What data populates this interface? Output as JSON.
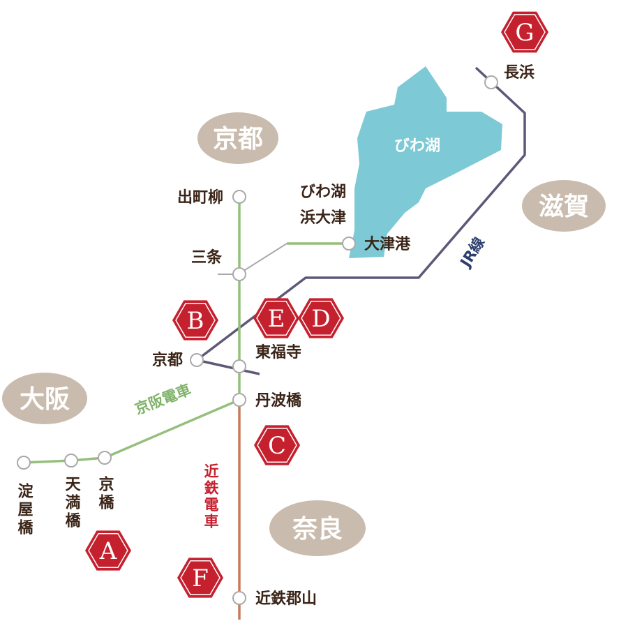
{
  "colors": {
    "lake": "#7ec9d6",
    "region_bubble": "#c9bcae",
    "jr_line": "#5d5878",
    "keihan_line": "#94bf7c",
    "kintetsu_line": "#c77c59",
    "shiga_connector": "#a9a9a9",
    "badge_fill": "#c5202e",
    "badge_ring": "#ffffff",
    "station_fill": "#ffffff",
    "station_stroke": "#a9a9a9",
    "label_text": "#3a2417",
    "jr_label_color": "#2e3f6e",
    "keihan_label_color": "#7fb36a",
    "kintetsu_label_color": "#c5202e"
  },
  "regions": {
    "kyoto": "京都",
    "shiga": "滋賀",
    "osaka": "大阪",
    "nara": "奈良"
  },
  "lake": {
    "name": "びわ湖"
  },
  "lines": {
    "jr": "JR線",
    "keihan": "京阪電車",
    "kintetsu": "近鉄電車"
  },
  "stations": {
    "nagahama": "長浜",
    "demachiyanagi": "出町柳",
    "biwako_hamaotsu_1": "びわ湖",
    "biwako_hamaotsu_2": "浜大津",
    "otsuko": "大津港",
    "sanjo": "三条",
    "kyoto": "京都",
    "tofukuji": "東福寺",
    "tambabashi": "丹波橋",
    "yodoyabashi": "淀屋橋",
    "tenmabashi": "天満橋",
    "kyobashi": "京橋",
    "kintetsu_koriyama": "近鉄郡山"
  },
  "badges": {
    "a": "A",
    "b": "B",
    "c": "C",
    "d": "D",
    "e": "E",
    "f": "F",
    "g": "G"
  }
}
